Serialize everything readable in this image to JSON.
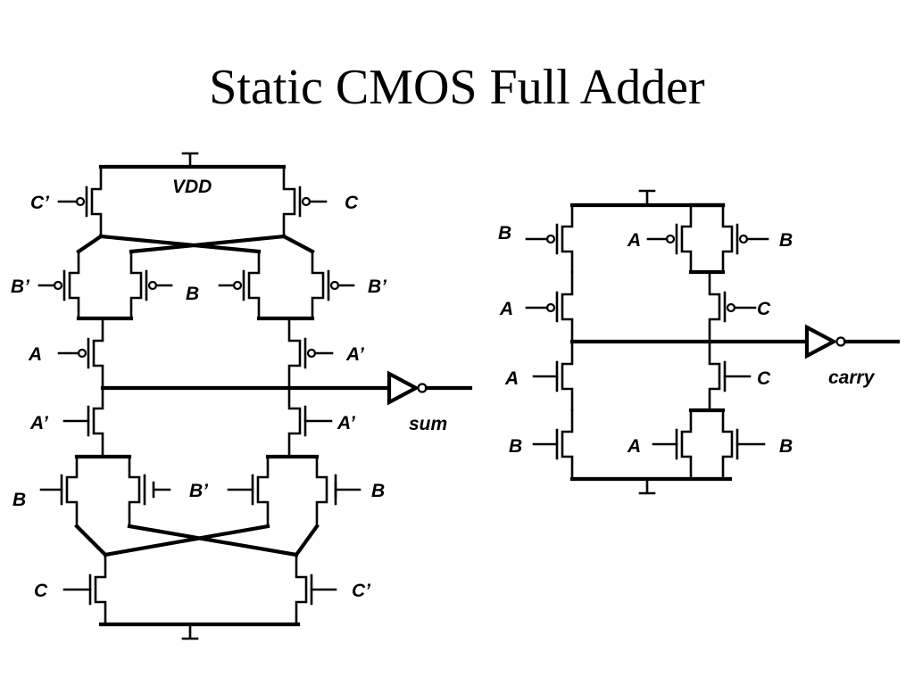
{
  "slide": {
    "title": "Static CMOS Full Adder"
  },
  "sum_circuit": {
    "supply_label": "VDD",
    "output_label": "sum",
    "gate_labels": {
      "p_top_left": "C’",
      "p_top_right": "C",
      "p_mid_left": "B’",
      "p_mid_center": "B",
      "p_mid_right": "B’",
      "p_a_left": "A",
      "p_a_right": "A’",
      "n_a_left": "A’",
      "n_a_right": "A’",
      "n_b_left": "B",
      "n_b_center": "B’",
      "n_b_right": "B",
      "n_c_left": "C",
      "n_c_right": "C’"
    }
  },
  "carry_circuit": {
    "output_label": "carry",
    "gate_labels": {
      "p_left_top": "B",
      "p_left_bottom": "A",
      "p_par_left": "A",
      "p_par_right": "B",
      "p_c": "C",
      "n_left_top": "A",
      "n_left_bottom": "B",
      "n_c": "C",
      "n_par_left": "A",
      "n_par_right": "B"
    }
  }
}
